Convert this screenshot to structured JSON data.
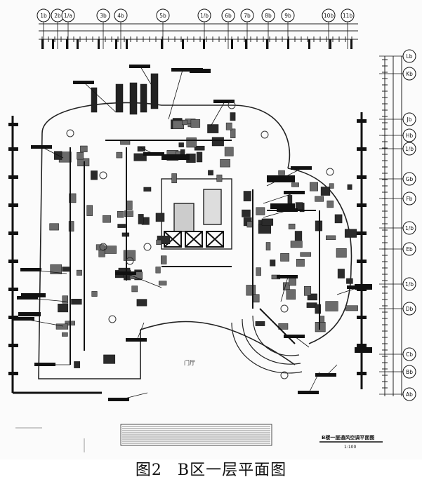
{
  "top_axes": [
    "1b",
    "2b",
    "3b",
    "4b",
    "5b",
    "6b",
    "7b",
    "8b",
    "9b",
    "10b",
    "11b"
  ],
  "top_axes_partial": [
    "1/a",
    "1/b"
  ],
  "right_axes": [
    "Lb",
    "Kb",
    "Jb",
    "Hb",
    "Gb",
    "Fb",
    "Eb",
    "Db",
    "Cb",
    "Bb",
    "Ab"
  ],
  "right_axes_partial": [
    "1/b",
    "1/b",
    "1/b"
  ],
  "room_label": "门厅",
  "title_block": {
    "title": "B楼一层通风空调平面图",
    "scale": "1:100"
  },
  "caption": {
    "figure_no": "图2",
    "title": "B区一层平面图"
  }
}
